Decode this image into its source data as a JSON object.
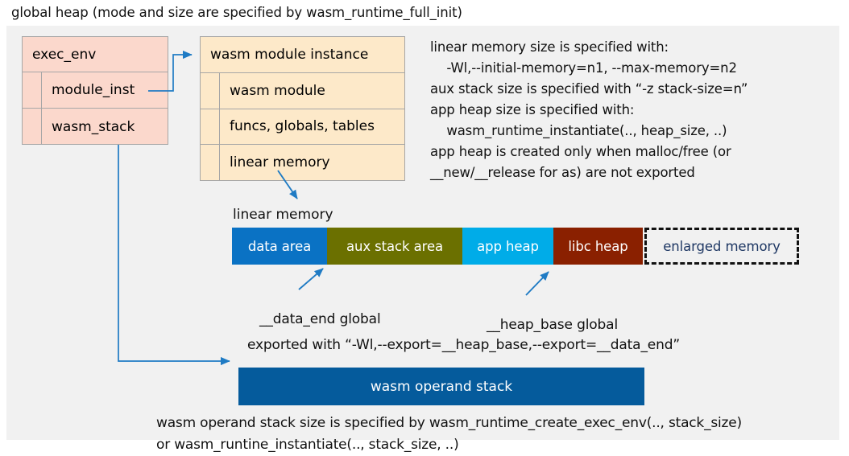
{
  "title": "global heap (mode and size are specified by wasm_runtime_full_init)",
  "colors": {
    "canvas_bg": "#f1f1f1",
    "exec_env_fill": "#fbd8cc",
    "module_inst_fill": "#fde9c9",
    "connector": "#1f7bc4",
    "data_area": "#0a72c4",
    "aux_stack_area": "#6b7000",
    "app_heap": "#00ace8",
    "libc_heap": "#8a2000",
    "enlarged_memory_text": "#1f3864",
    "operand_stack": "#055b9c"
  },
  "exec_env": {
    "header": "exec_env",
    "rows": [
      {
        "label": "module_inst"
      },
      {
        "label": "wasm_stack"
      }
    ]
  },
  "module_instance": {
    "header": "wasm module instance",
    "rows": [
      {
        "label": "wasm module"
      },
      {
        "label": "funcs, globals, tables"
      },
      {
        "label": "linear memory"
      }
    ]
  },
  "spec_text": "linear memory size is specified with:\n    -Wl,--initial-memory=n1, --max-memory=n2\naux stack size is specified with “-z stack-size=n”\napp heap size is specified with:\n    wasm_runtime_instantiate(.., heap_size, ..)\napp heap is created only when malloc/free (or\n__new/__release for as) are not exported",
  "linear_memory": {
    "caption": "linear memory",
    "segments": [
      {
        "label": "data area",
        "color": "#0a72c4",
        "width": 118,
        "style": "solid"
      },
      {
        "label": "aux stack area",
        "color": "#6b7000",
        "width": 168,
        "style": "solid"
      },
      {
        "label": "app heap",
        "color": "#00ace8",
        "width": 113,
        "style": "solid"
      },
      {
        "label": "libc heap",
        "color": "#8a2000",
        "width": 111,
        "style": "solid"
      },
      {
        "label": "enlarged memory",
        "color": "#f1f1f1",
        "width": 192,
        "style": "dashed"
      }
    ]
  },
  "annotations": {
    "data_end": "__data_end global",
    "heap_base": "__heap_base global",
    "export": "exported with “-Wl,--export=__heap_base,--export=__data_end”"
  },
  "operand_stack": {
    "label": "wasm operand stack",
    "note": "wasm operand stack size is specified by wasm_runtime_create_exec_env(.., stack_size)\nor wasm_runtine_instantiate(.., stack_size, ..)"
  }
}
